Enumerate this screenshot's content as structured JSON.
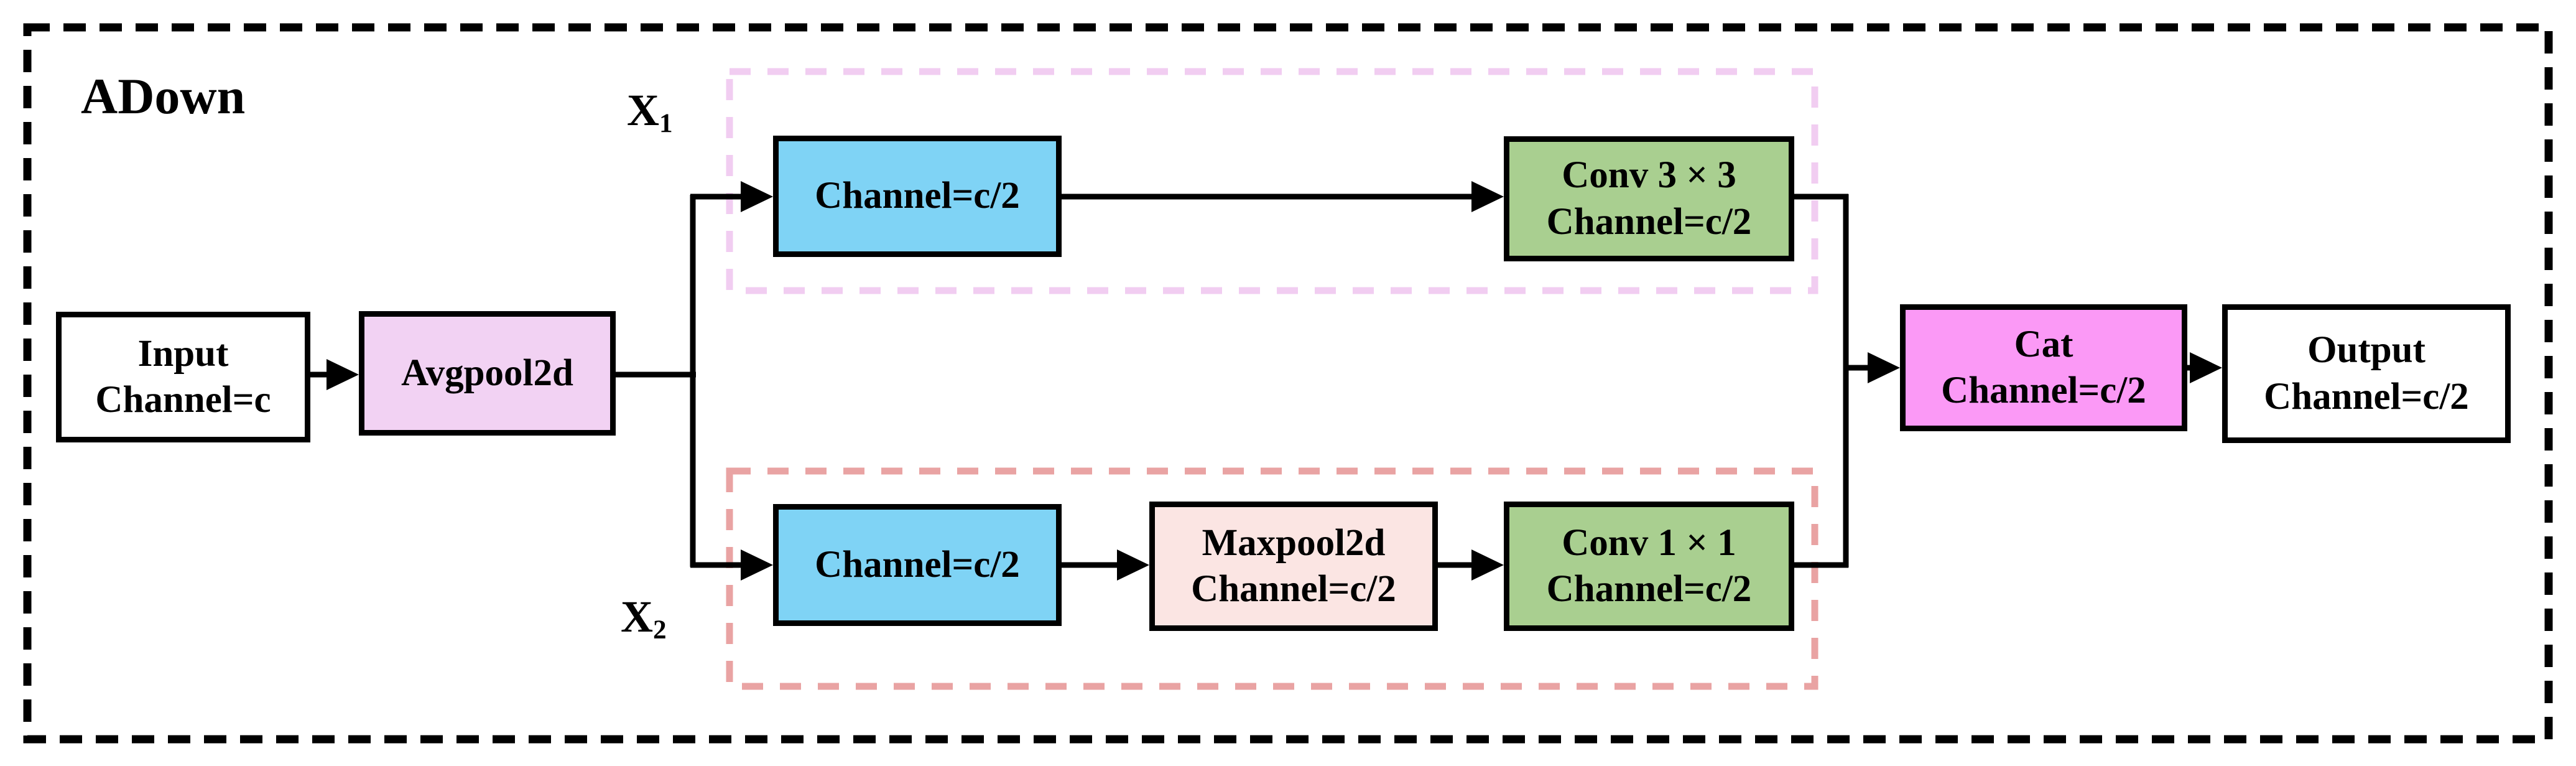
{
  "diagram": {
    "title": "ADown",
    "branch_labels": {
      "x1_base": "X",
      "x1_sub": "1",
      "x2_base": "X",
      "x2_sub": "2"
    },
    "nodes": {
      "input": {
        "line1": "Input",
        "line2": "Channel=c"
      },
      "avgpool": {
        "line1": "Avgpool2d"
      },
      "ch_top": {
        "line1": "Channel=c/2"
      },
      "conv3x3": {
        "line1": "Conv 3 × 3",
        "line2": "Channel=c/2"
      },
      "ch_bottom": {
        "line1": "Channel=c/2"
      },
      "maxpool": {
        "line1": "Maxpool2d",
        "line2": "Channel=c/2"
      },
      "conv1x1": {
        "line1": "Conv 1 × 1",
        "line2": "Channel=c/2"
      },
      "cat": {
        "line1": "Cat",
        "line2": "Channel=c/2"
      },
      "output": {
        "line1": "Output",
        "line2": "Channel=c/2"
      }
    },
    "colors": {
      "cyan_box": "#7FD3F5",
      "green_box": "#A9CF90",
      "plum_box": "#F2D2F3",
      "light_pink_box": "#FBE5E3",
      "magenta_box": "#FB99F6",
      "white_box": "#FFFFFF",
      "branch1_dash": "#F1CDF1",
      "branch2_dash": "#E9A3A3",
      "outer_dash": "#000000",
      "line": "#000000"
    }
  }
}
